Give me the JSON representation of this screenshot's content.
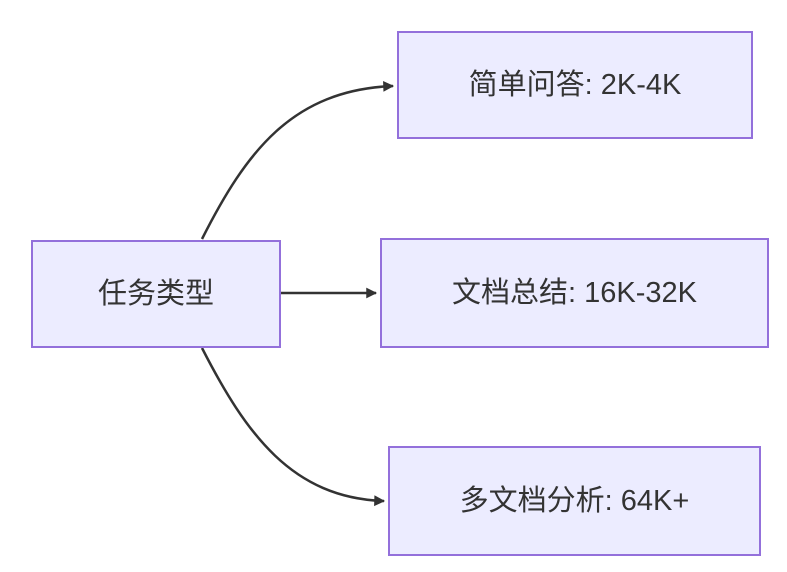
{
  "diagram": {
    "type": "flowchart-left-to-right",
    "nodes": {
      "root": {
        "label": "任务类型"
      },
      "simple_qa": {
        "label": "简单问答: 2K-4K"
      },
      "doc_summary": {
        "label": "文档总结: 16K-32K"
      },
      "multi_doc": {
        "label": "多文档分析: 64K+"
      }
    },
    "edges": [
      {
        "from": "任务类型",
        "to": "简单问答: 2K-4K"
      },
      {
        "from": "任务类型",
        "to": "文档总结: 16K-32K"
      },
      {
        "from": "任务类型",
        "to": "多文档分析: 64K+"
      }
    ],
    "colors": {
      "node_fill": "#ECECFF",
      "node_border": "#9370DB",
      "edge": "#333333",
      "text": "#333333",
      "background": "#ffffff"
    }
  }
}
